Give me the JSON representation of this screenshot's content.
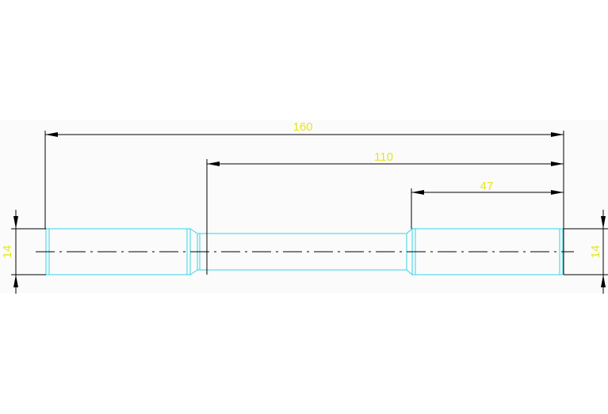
{
  "colors": {
    "background": "#ffffff",
    "drawing_area": "#fbfbfb",
    "part_outline": "#33d6e6",
    "dimension_text": "#e6e61a",
    "dimension_lines": "#000000"
  },
  "dimensions": {
    "overall_length": "160",
    "right_length": "110",
    "end_length": "47",
    "left_diameter": "14",
    "right_diameter": "14"
  }
}
